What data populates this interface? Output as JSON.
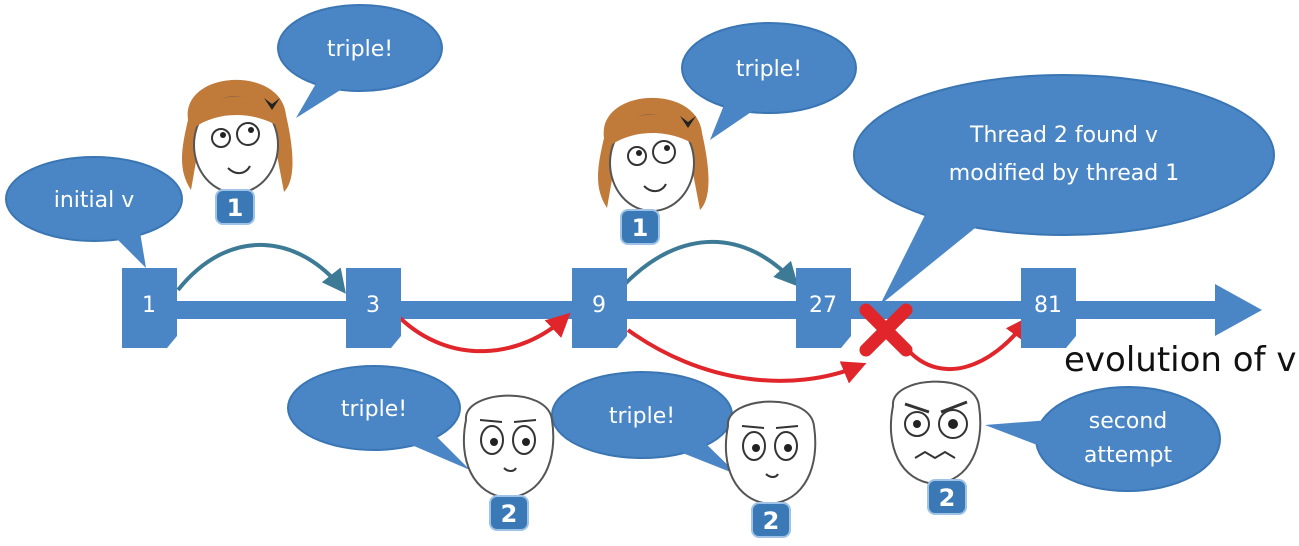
{
  "colors": {
    "blue": "#4a86c5",
    "blue_dark": "#2f6aa3",
    "axis": "#4a86c5",
    "thread1_arrow": "#3d7a96",
    "thread2_arrow": "#e0262b",
    "fail_mark": "#e0262b",
    "badge": "#3b79b6",
    "hair": "#c07a3a"
  },
  "axis_label": "evolution of v",
  "nodes": [
    {
      "value": "1"
    },
    {
      "value": "3"
    },
    {
      "value": "9"
    },
    {
      "value": "27"
    },
    {
      "value": "81"
    }
  ],
  "bubbles": {
    "initial": [
      "initial v"
    ],
    "thread1_first": [
      "triple!"
    ],
    "thread1_second": [
      "triple!"
    ],
    "conflict": [
      "Thread 2 found v",
      "modified by thread 1"
    ],
    "thread2_first": [
      "triple!"
    ],
    "thread2_second": [
      "triple!"
    ],
    "retry": [
      "second",
      "attempt"
    ]
  },
  "badges": {
    "thread1_a": "1",
    "thread1_b": "1",
    "thread2_a": "2",
    "thread2_b": "2",
    "thread2_c": "2"
  },
  "icons": {
    "thread1_face": "rage-face-girl-icon",
    "thread2_face": "rage-face-guy-icon",
    "fail_mark": "red-x-icon"
  }
}
